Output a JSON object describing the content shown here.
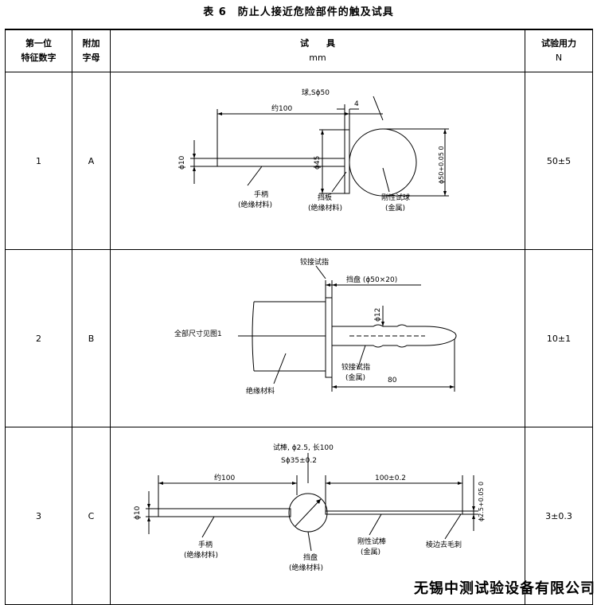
{
  "title": "表 6　防止人接近危险部件的触及试具",
  "header": {
    "col1_line1": "第一位",
    "col1_line2": "特征数字",
    "col2_line1": "附加",
    "col2_line2": "字母",
    "col3_line1": "试　　具",
    "col3_line2": "mm",
    "col4_line1": "试验用力",
    "col4_line2": "N"
  },
  "rows": [
    {
      "digit": "1",
      "letter": "A",
      "force": "50±5",
      "labels": {
        "ball": "球,Sϕ50",
        "length": "约100",
        "thick": "4",
        "dia10": "ϕ10",
        "dia45": "ϕ45",
        "dia50": "ϕ50+0.05 0",
        "handle": "手柄",
        "handle_mat": "(绝缘材料)",
        "guard": "挡板",
        "guard_mat": "(绝缘材料)",
        "rigid": "刚性试球",
        "rigid_mat": "(金属)"
      }
    },
    {
      "digit": "2",
      "letter": "B",
      "force": "10±1",
      "labels": {
        "finger_top": "铰接试指",
        "disc": "挡盘 (ϕ50×20)",
        "dia12": "ϕ12",
        "all_dims": "全部尺寸见图1",
        "finger": "铰接试指",
        "finger_mat": "(金属)",
        "insul": "绝缘材料",
        "len80": "80"
      }
    },
    {
      "digit": "3",
      "letter": "C",
      "force": "3±0.3",
      "labels": {
        "rod": "试棒, ϕ2.5, 长100",
        "sphere": "Sϕ35±0.2",
        "length": "约100",
        "len100": "100±0.2",
        "dia10": "ϕ10",
        "dia25": "ϕ2.5+0.05 0",
        "handle": "手柄",
        "handle_mat": "(绝缘材料)",
        "rigid": "刚性试棒",
        "rigid_mat": "(金属)",
        "edge": "棱边去毛刺",
        "disc": "挡盘",
        "disc_mat": "(绝缘材料)"
      }
    }
  ],
  "footer": "无锡中测试验设备有限公司"
}
